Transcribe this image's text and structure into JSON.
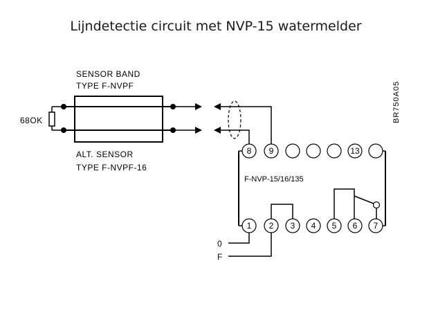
{
  "title": "Lijndetectie circuit met NVP-15 watermelder",
  "sensor_band": {
    "line1": "SENSOR BAND",
    "line2": "TYPE  F-NVPF"
  },
  "alt_sensor": {
    "line1": "ALT. SENSOR",
    "line2": "TYPE  F-NVPF-16"
  },
  "resistor_label": "68OK",
  "module_label": "F-NVP-15/16/135",
  "drawing_code": "BR750A05",
  "top_pins": [
    "8",
    "9",
    "",
    "",
    "",
    "13",
    ""
  ],
  "bottom_pins": [
    "1",
    "2",
    "3",
    "4",
    "5",
    "6",
    "7"
  ],
  "terminal_0": "0",
  "terminal_F": "F"
}
